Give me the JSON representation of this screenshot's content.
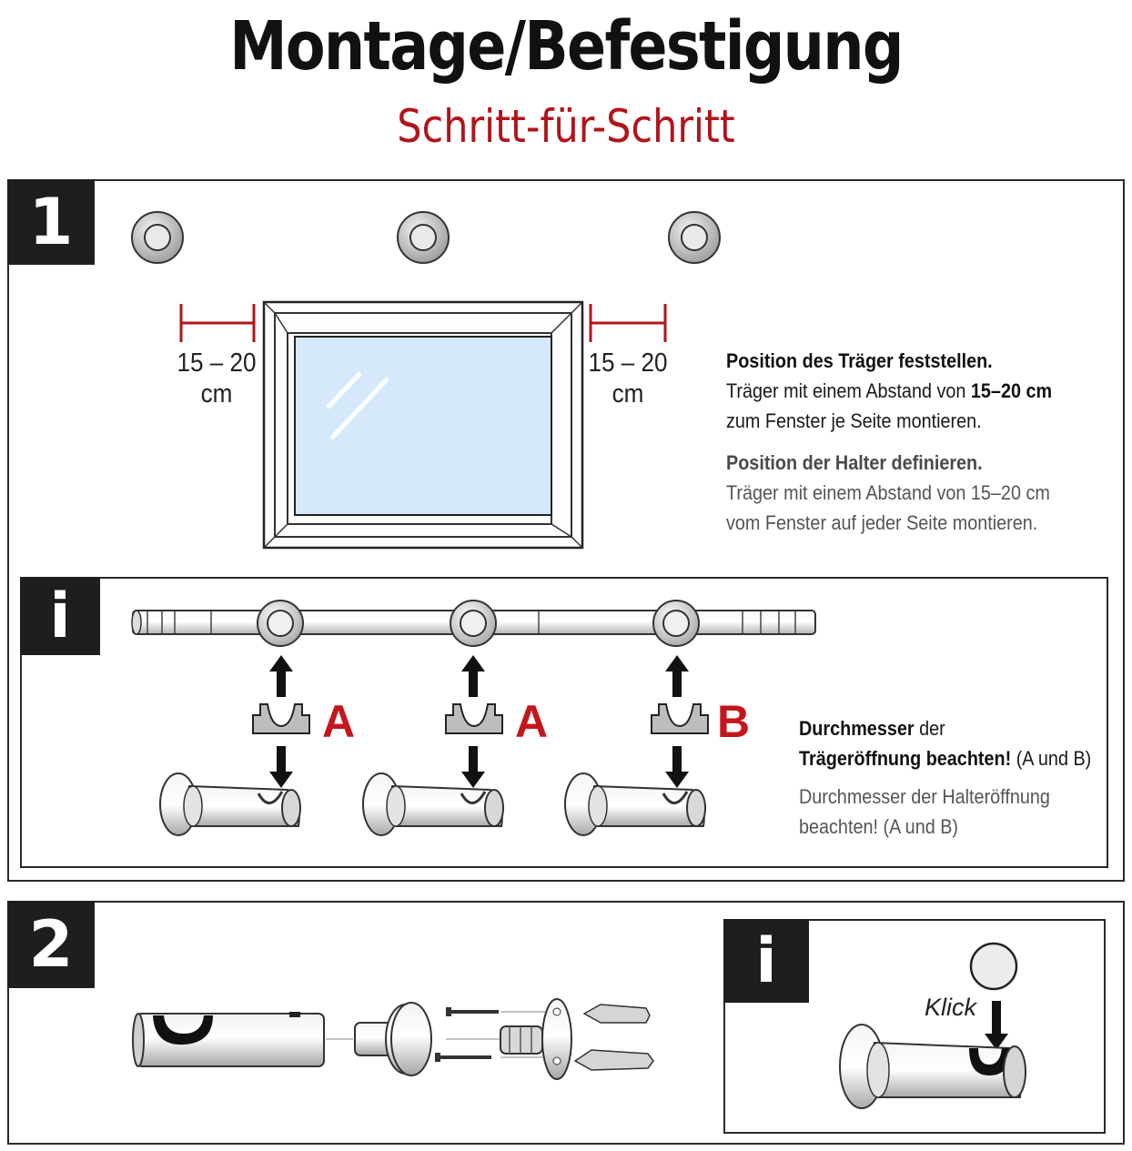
{
  "header": {
    "title": "Montage/Befestigung",
    "subtitle": "Schritt-für-Schritt"
  },
  "step1": {
    "number": "1",
    "measure_left": {
      "value": "15 – 20",
      "unit": "cm"
    },
    "measure_right": {
      "value": "15 – 20",
      "unit": "cm"
    },
    "instruction_primary": {
      "heading": "Position des Träger feststellen.",
      "line1_prefix": "Träger mit einem Abstand von ",
      "line1_bold": "15–20 cm",
      "line2": "zum Fenster je Seite montieren."
    },
    "instruction_secondary": {
      "heading": "Position der Halter definieren.",
      "line1": "Träger mit einem Abstand von 15–20 cm",
      "line2": "vom Fenster auf jeder Seite montieren."
    }
  },
  "info1": {
    "badge": "i",
    "bracket_labels": [
      "A",
      "A",
      "B"
    ],
    "note_primary": {
      "bold1": "Durchmesser",
      "text1": " der",
      "bold2": "Trägeröffnung beachten!",
      "text2": " (A und B)"
    },
    "note_secondary": {
      "line1": "Durchmesser der Halteröffnung",
      "line2": "beachten! (A und B)"
    }
  },
  "step2": {
    "number": "2",
    "info_badge": "i",
    "klick_label": "Klick"
  },
  "colors": {
    "accent_red": "#c4161c",
    "badge_black": "#1e1e1e",
    "glass_blue": "#d6e8fb"
  }
}
